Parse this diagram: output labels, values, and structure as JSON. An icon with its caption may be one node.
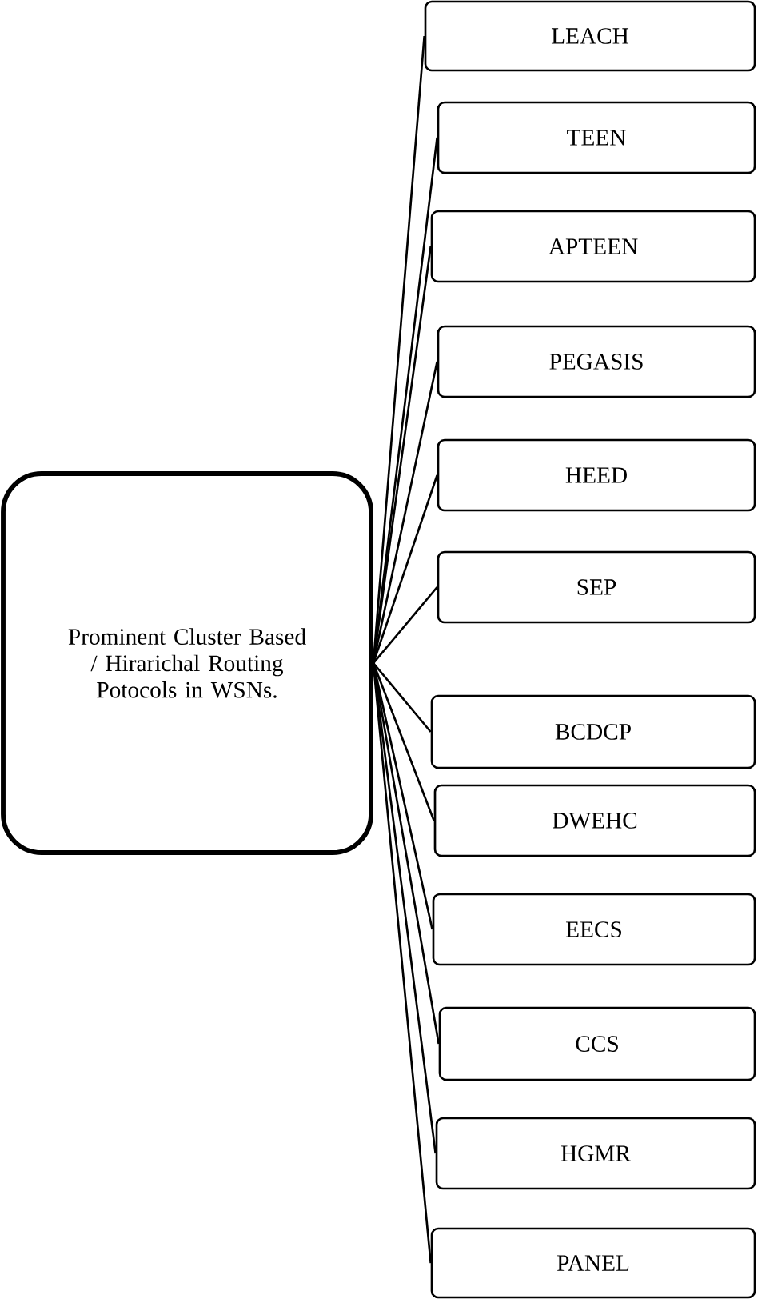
{
  "diagram": {
    "nodes": [
      {
        "text": [
          "Prominent Cluster Based / Hirarichal  Routing Potocols in WSNs."
        ]
      },
      {
        "text": [
          "LEACH"
        ]
      },
      {
        "text": [
          "TEEN"
        ]
      },
      {
        "text": [
          "APTEEN"
        ]
      },
      {
        "text": [
          "PEGASIS"
        ]
      },
      {
        "text": [
          "HEED"
        ]
      },
      {
        "text": [
          "SEP"
        ]
      },
      {
        "text": [
          "BCDCP"
        ]
      },
      {
        "text": [
          "DWEHC"
        ]
      },
      {
        "text": [
          "EECS"
        ]
      },
      {
        "text": [
          "CCS"
        ]
      },
      {
        "text": [
          "HGMR"
        ]
      },
      {
        "text": [
          "PANEL"
        ]
      }
    ],
    "edges": [
      {
        "from": 0,
        "to": 1,
        "arrow": "none"
      },
      {
        "from": 0,
        "to": 2,
        "arrow": "none"
      },
      {
        "from": 0,
        "to": 3,
        "arrow": "none"
      },
      {
        "from": 0,
        "to": 4,
        "arrow": "none"
      },
      {
        "from": 0,
        "to": 5,
        "arrow": "none"
      },
      {
        "from": 0,
        "to": 6,
        "arrow": "none"
      },
      {
        "from": 0,
        "to": 7,
        "arrow": "none"
      },
      {
        "from": 0,
        "to": 8,
        "arrow": "none"
      },
      {
        "from": 0,
        "to": 9,
        "arrow": "none"
      },
      {
        "from": 0,
        "to": 10,
        "arrow": "none"
      },
      {
        "from": 0,
        "to": 11,
        "arrow": "none"
      },
      {
        "from": 0,
        "to": 12,
        "arrow": "none"
      }
    ]
  }
}
